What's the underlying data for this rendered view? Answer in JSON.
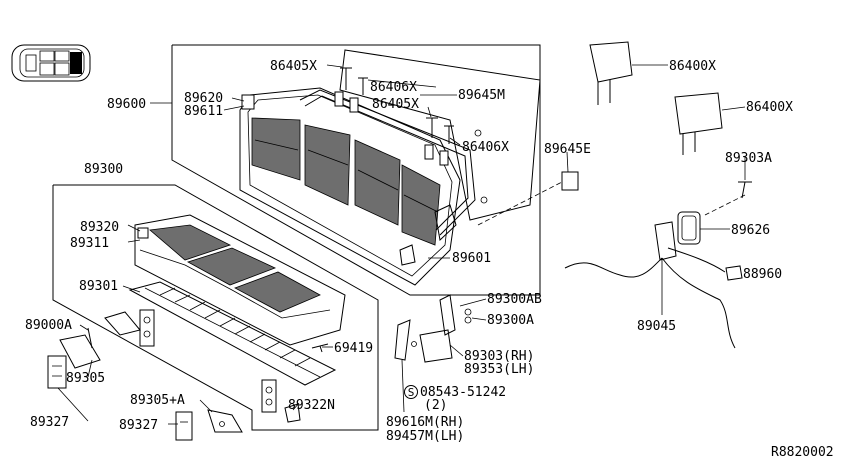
{
  "diagram": {
    "reference_code": "R8820002",
    "parts": [
      {
        "id": "p86405x_a",
        "label": "86405X"
      },
      {
        "id": "p86406x_a",
        "label": "86406X"
      },
      {
        "id": "p89645m",
        "label": "89645M"
      },
      {
        "id": "p89600",
        "label": "89600"
      },
      {
        "id": "p89620",
        "label": "89620"
      },
      {
        "id": "p89611",
        "label": "89611"
      },
      {
        "id": "p86405x_b",
        "label": "86405X"
      },
      {
        "id": "p86406x_b",
        "label": "86406X"
      },
      {
        "id": "p89645e",
        "label": "89645E"
      },
      {
        "id": "p89300",
        "label": "89300"
      },
      {
        "id": "p89320",
        "label": "89320"
      },
      {
        "id": "p89311",
        "label": "89311"
      },
      {
        "id": "p89601",
        "label": "89601"
      },
      {
        "id": "p89301",
        "label": "89301"
      },
      {
        "id": "p89300ab",
        "label": "89300AB"
      },
      {
        "id": "p89300a",
        "label": "89300A"
      },
      {
        "id": "p89000a",
        "label": "89000A"
      },
      {
        "id": "p69419",
        "label": "69419"
      },
      {
        "id": "p89303rh",
        "label": "89303(RH)"
      },
      {
        "id": "p89353lh",
        "label": "89353(LH)"
      },
      {
        "id": "p89305",
        "label": "89305"
      },
      {
        "id": "p89327_a",
        "label": "89327"
      },
      {
        "id": "p08543",
        "label": "08543-51242"
      },
      {
        "id": "p08543_qty",
        "label": "(2)"
      },
      {
        "id": "p89305a",
        "label": "89305+A"
      },
      {
        "id": "p89322n",
        "label": "89322N"
      },
      {
        "id": "p89327_b",
        "label": "89327"
      },
      {
        "id": "p89616m",
        "label": "89616M(RH)"
      },
      {
        "id": "p89457m",
        "label": "89457M(LH)"
      },
      {
        "id": "p86400x_a",
        "label": "86400X"
      },
      {
        "id": "p86400x_b",
        "label": "86400X"
      },
      {
        "id": "p89303a",
        "label": "89303A"
      },
      {
        "id": "p89626",
        "label": "89626"
      },
      {
        "id": "p88960",
        "label": "88960"
      },
      {
        "id": "p89045",
        "label": "89045"
      }
    ],
    "screw_symbol": "S"
  },
  "colors": {
    "line": "#000000",
    "shade": "#6e6e6e",
    "background": "#ffffff"
  }
}
